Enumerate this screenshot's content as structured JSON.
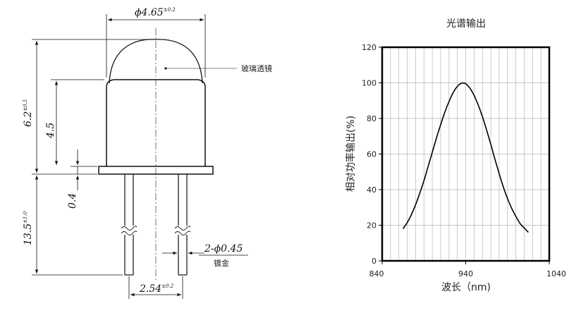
{
  "diagram": {
    "dims": {
      "diameter": "ϕ4.65",
      "diameter_tol": "±0.2",
      "height_total": "6.2",
      "height_total_tol": "±0.5",
      "height_body": "4.5",
      "flange": "0.4",
      "lead_length": "13.5",
      "lead_length_tol": "±1.0",
      "lead_spacing": "2.54",
      "lead_spacing_tol": "±0.2",
      "lead_dia": "2-ϕ0.45"
    },
    "labels": {
      "lens": "玻璃透镜",
      "plating": "镀金"
    }
  },
  "chart_data": {
    "type": "line",
    "title": "光谱输出",
    "xlabel": "波长（nm)",
    "ylabel": "相对功率输出(%)",
    "xlim": [
      840,
      1040
    ],
    "ylim": [
      0,
      120
    ],
    "x_ticks": [
      "840",
      "940",
      "1040"
    ],
    "y_ticks": [
      "0",
      "20",
      "40",
      "60",
      "80",
      "100",
      "120"
    ],
    "grid": true,
    "series": [
      {
        "x": [
          865,
          870,
          875,
          880,
          885,
          890,
          895,
          900,
          905,
          910,
          915,
          920,
          925,
          930,
          935,
          940,
          945,
          950,
          955,
          960,
          965,
          970,
          975,
          980,
          985,
          990,
          995,
          1000,
          1005,
          1010,
          1015
        ],
        "values": [
          18,
          21.5,
          26,
          31.5,
          38,
          45,
          53,
          61,
          69,
          76.5,
          83.5,
          89.5,
          94.5,
          98,
          99.8,
          99.5,
          97,
          93,
          87.5,
          81,
          73.5,
          65.5,
          57,
          49,
          41.5,
          35,
          29.5,
          25,
          21,
          18.5,
          16
        ]
      }
    ]
  }
}
